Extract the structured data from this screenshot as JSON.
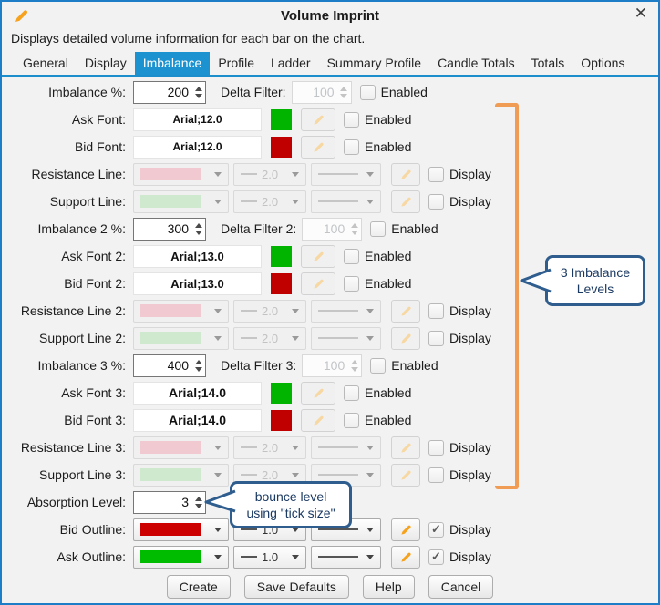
{
  "window": {
    "title": "Volume Imprint",
    "description": "Displays detailed volume information for each bar on the chart."
  },
  "icons": {
    "close": "✕",
    "check": "✓"
  },
  "tabs": [
    "General",
    "Display",
    "Imbalance",
    "Profile",
    "Ladder",
    "Summary Profile",
    "Candle Totals",
    "Totals",
    "Options"
  ],
  "active_tab": "Imbalance",
  "rows": [
    {
      "label": "Imbalance %:",
      "value": "200",
      "filter_label": "Delta Filter:",
      "filter_value": "100",
      "check": "Enabled"
    },
    {
      "label": "Ask Font:",
      "value": "Arial;12.0",
      "swatch": "#00b400",
      "check": "Enabled"
    },
    {
      "label": "Bid Font:",
      "value": "Arial;12.0",
      "swatch": "#c00000",
      "check": "Enabled"
    },
    {
      "label": "Resistance Line:",
      "swatch": "#f0cad0",
      "width": "2.0",
      "check": "Display"
    },
    {
      "label": "Support Line:",
      "swatch": "#cfe9cf",
      "width": "2.0",
      "check": "Display"
    },
    {
      "label": "Imbalance 2 %:",
      "value": "300",
      "filter_label": "Delta Filter 2:",
      "filter_value": "100",
      "check": "Enabled"
    },
    {
      "label": "Ask Font 2:",
      "value": "Arial;13.0",
      "swatch": "#00b400",
      "check": "Enabled"
    },
    {
      "label": "Bid Font 2:",
      "value": "Arial;13.0",
      "swatch": "#c00000",
      "check": "Enabled"
    },
    {
      "label": "Resistance Line 2:",
      "swatch": "#f0cad0",
      "width": "2.0",
      "check": "Display"
    },
    {
      "label": "Support Line 2:",
      "swatch": "#cfe9cf",
      "width": "2.0",
      "check": "Display"
    },
    {
      "label": "Imbalance 3 %:",
      "value": "400",
      "filter_label": "Delta Filter 3:",
      "filter_value": "100",
      "check": "Enabled"
    },
    {
      "label": "Ask Font 3:",
      "value": "Arial;14.0",
      "swatch": "#00b400",
      "check": "Enabled"
    },
    {
      "label": "Bid Font 3:",
      "value": "Arial;14.0",
      "swatch": "#c00000",
      "check": "Enabled"
    },
    {
      "label": "Resistance Line 3:",
      "swatch": "#f0cad0",
      "width": "2.0",
      "check": "Display"
    },
    {
      "label": "Support Line 3:",
      "swatch": "#cfe9cf",
      "width": "2.0",
      "check": "Display"
    },
    {
      "label": "Absorption Level:",
      "value": "3"
    },
    {
      "label": "Bid Outline:",
      "swatch": "#cc0000",
      "width": "1.0",
      "check": "Display",
      "checked": true
    },
    {
      "label": "Ask Outline:",
      "swatch": "#00bc00",
      "width": "1.0",
      "check": "Display",
      "checked": true
    }
  ],
  "callouts": {
    "imbalance_levels": {
      "line1": "3 Imbalance",
      "line2": "Levels"
    },
    "absorption": {
      "line1": "bounce level",
      "line2": "using \"tick size\""
    }
  },
  "buttons": {
    "create": "Create",
    "save_defaults": "Save Defaults",
    "help": "Help",
    "cancel": "Cancel"
  },
  "colors": {
    "dialog_border": "#1d7dc6",
    "tab_active": "#1c93d0",
    "bracket_orange": "#f09c55",
    "callout_border": "#2f5e8e",
    "ask_green": "#00b400",
    "bid_red": "#c00000",
    "resistance_pink": "#f0cad0",
    "support_green": "#cfe9cf",
    "pencil_orange": "#f6a21d"
  }
}
